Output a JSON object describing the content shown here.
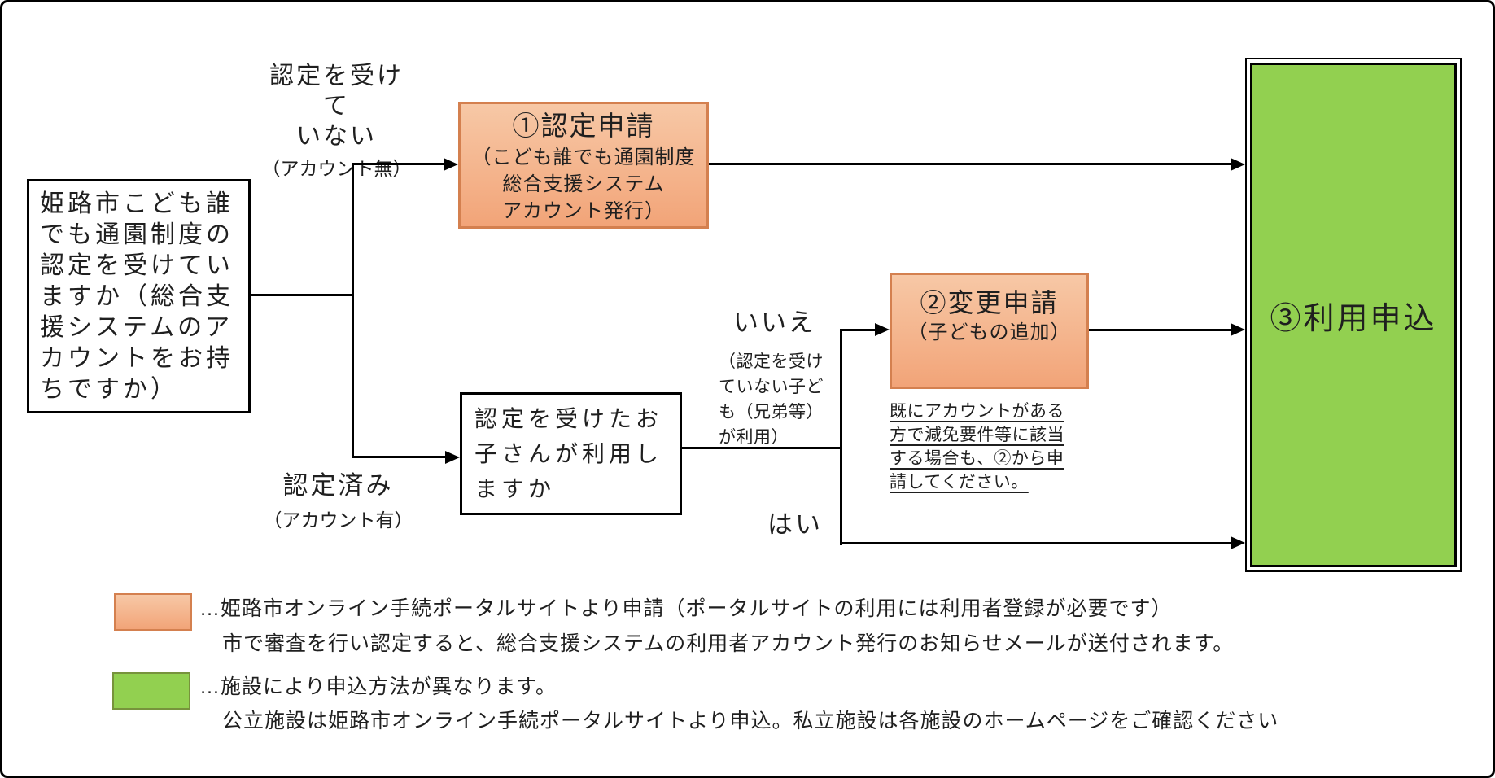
{
  "colors": {
    "orange_fill_top": "#F7C8A6",
    "orange_fill_bottom": "#F2A478",
    "orange_border": "#D4804F",
    "green_fill": "#92D050",
    "green_swatch_border": "#77933C",
    "line": "#000000",
    "text": "#1F1F1F"
  },
  "flow": {
    "start": "姫路市こども誰\nでも通園制度の\n認定を受けてい\nますか（総合支\n援システムのア\nカウントをお持\nちですか）",
    "branch_not_certified": {
      "label": "認定を受けて\nいない",
      "sub": "（アカウント無）"
    },
    "branch_certified": {
      "label": "認定済み",
      "sub": "（アカウント有）"
    },
    "step1": {
      "title": "①認定申請",
      "subtitle": "（こども誰でも通園制度\n総合支援システム\nアカウント発行）"
    },
    "question2": "認定を受けたお\n子さんが利用し\nますか",
    "branch_no": {
      "label": "いいえ",
      "sub": "（認定を受け\nていない子ど\nも（兄弟等）\nが利用）"
    },
    "branch_yes": {
      "label": "はい"
    },
    "step2": {
      "title": "②変更申請",
      "subtitle": "（子どもの追加）",
      "note": "既にアカウントがある\n方で減免要件等に該当\nする場合も、②から申\n請してください。"
    },
    "step3": {
      "title": "③利用申込"
    }
  },
  "legend": {
    "orange": {
      "line1": "…姫路市オンライン手続ポータルサイトより申請（ポータルサイトの利用には利用者登録が必要です）",
      "line2": "市で審査を行い認定すると、総合支援システムの利用者アカウント発行のお知らせメールが送付されます。"
    },
    "green": {
      "line1": "…施設により申込方法が異なります。",
      "line2": "公立施設は姫路市オンライン手続ポータルサイトより申込。私立施設は各施設のホームページをご確認ください"
    }
  }
}
